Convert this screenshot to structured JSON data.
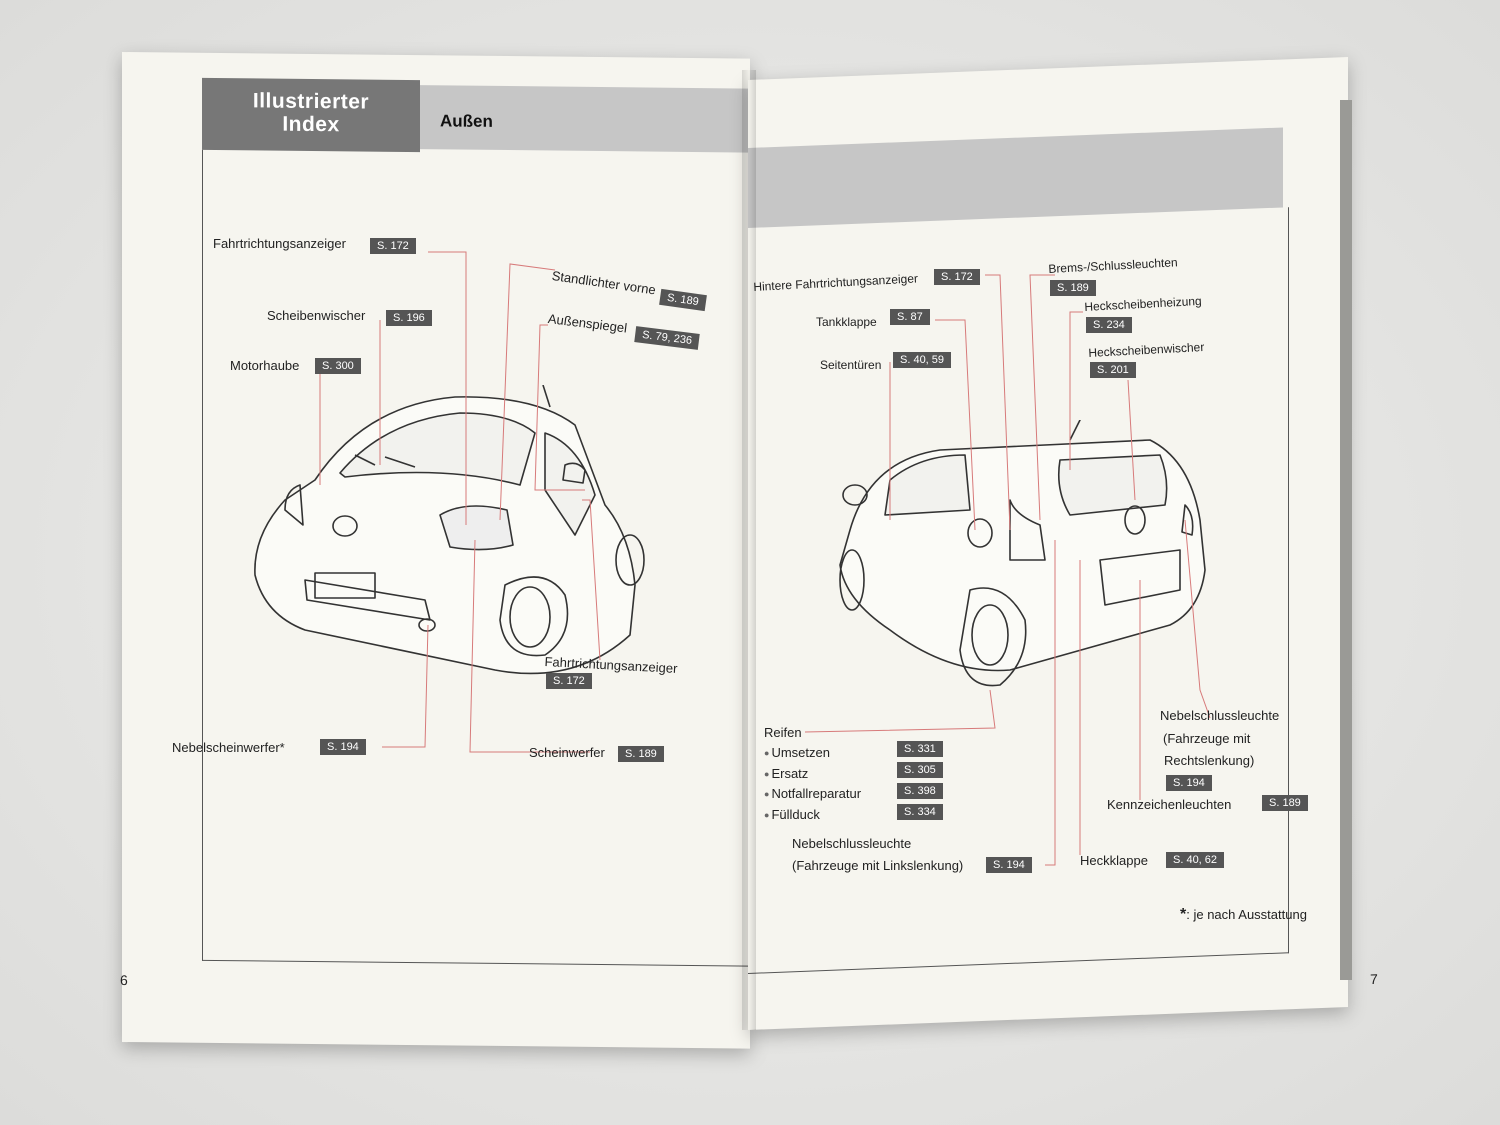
{
  "left_page": {
    "index_tab_line1": "Illustrierter",
    "index_tab_line2": "Index",
    "section_title": "Außen",
    "page_number": "6",
    "callouts": [
      {
        "label": "Fahrtrichtungsanzeiger",
        "ref": "S. 172"
      },
      {
        "label": "Scheibenwischer",
        "ref": "S. 196"
      },
      {
        "label": "Motorhaube",
        "ref": "S. 300"
      },
      {
        "label": "Standlichter vorne",
        "ref": "S. 189"
      },
      {
        "label": "Außenspiegel",
        "ref": "S. 79, 236"
      },
      {
        "label": "Fahrtrichtungsanzeiger",
        "ref": "S. 172"
      },
      {
        "label": "Nebelscheinwerfer*",
        "ref": "S. 194"
      },
      {
        "label": "Scheinwerfer",
        "ref": "S. 189"
      }
    ]
  },
  "right_page": {
    "page_number": "7",
    "callouts": [
      {
        "label": "Hintere Fahrtrichtungsanzeiger",
        "ref": "S. 172"
      },
      {
        "label": "Tankklappe",
        "ref": "S. 87"
      },
      {
        "label": "Seitentüren",
        "ref": "S. 40, 59"
      },
      {
        "label": "Brems-/Schlussleuchten",
        "ref": "S. 189"
      },
      {
        "label": "Heckscheibenheizung",
        "ref": "S. 234"
      },
      {
        "label": "Heckscheibenwischer",
        "ref": "S. 201"
      },
      {
        "label": "Nebelschlussleuchte",
        "label2": "(Fahrzeuge mit",
        "label3": "Rechtslenkung)",
        "ref": "S. 194"
      },
      {
        "label": "Kennzeichenleuchten",
        "ref": "S. 189"
      },
      {
        "label": "Heckklappe",
        "ref": "S. 40, 62"
      },
      {
        "label": "Nebelschlussleuchte",
        "label2": "(Fahrzeuge mit Linkslenkung)",
        "ref": "S. 194"
      }
    ],
    "tires": {
      "heading": "Reifen",
      "items": [
        {
          "label": "Umsetzen",
          "ref": "S. 331"
        },
        {
          "label": "Ersatz",
          "ref": "S. 305"
        },
        {
          "label": "Notfallreparatur",
          "ref": "S. 398"
        },
        {
          "label": "Füllduck",
          "ref": "S. 334"
        }
      ]
    },
    "footnote_star": "*",
    "footnote_text": ": je nach Ausstattung"
  },
  "colors": {
    "leader_line": "#d77a7a",
    "ref_box": "#555555",
    "tab": "#777777",
    "band": "#c6c6c6"
  }
}
